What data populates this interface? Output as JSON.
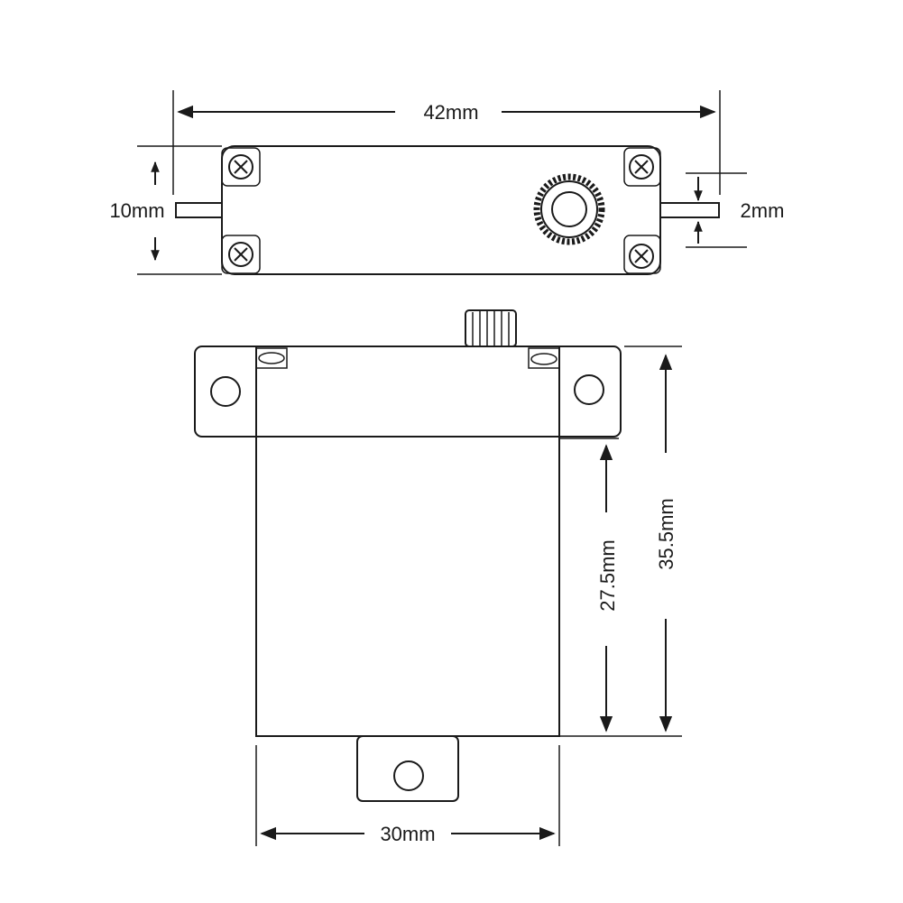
{
  "dimensions": {
    "width_top": "42mm",
    "height_side": "10mm",
    "tab_thickness": "2mm",
    "body_height": "27.5mm",
    "total_height": "35.5mm",
    "body_width": "30mm"
  },
  "colors": {
    "line": "#1a1a1a",
    "background": "#ffffff"
  }
}
